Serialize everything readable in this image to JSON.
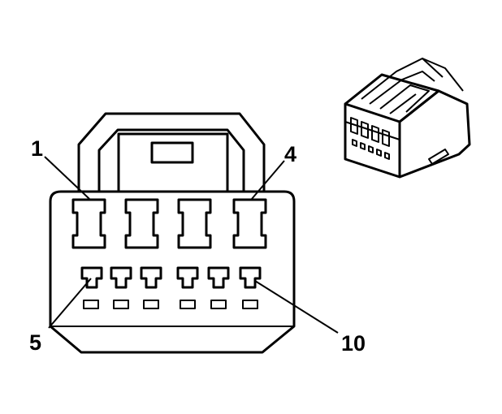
{
  "pin_labels": {
    "first_row_start": "1",
    "first_row_end": "4",
    "second_row_start": "5",
    "second_row_end": "10"
  },
  "colors": {
    "line": "#000000",
    "background": "#ffffff"
  }
}
